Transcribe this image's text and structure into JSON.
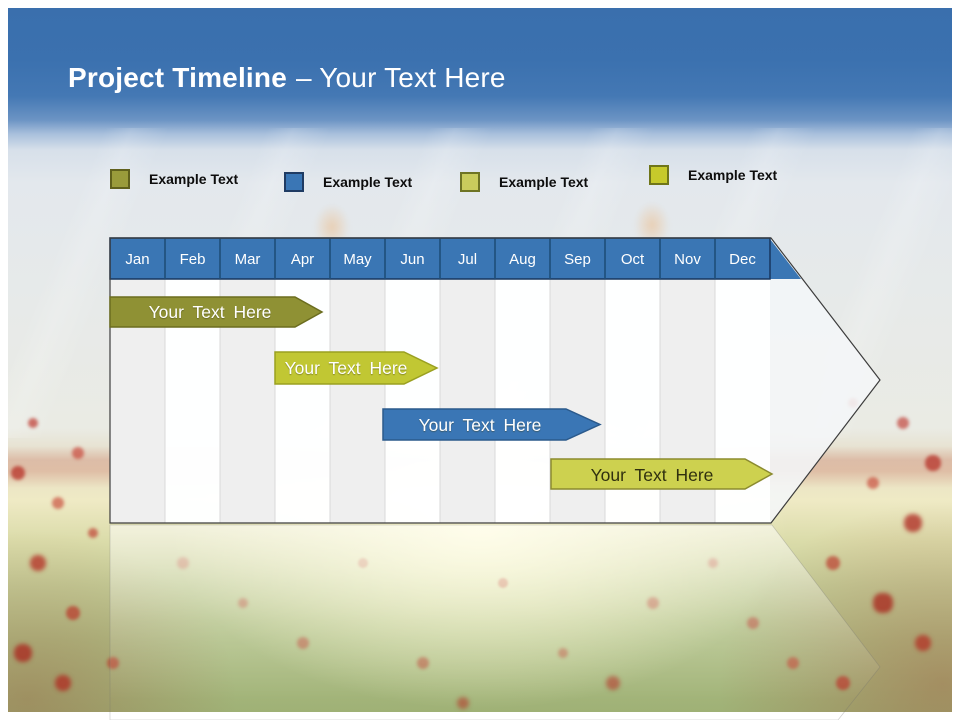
{
  "title": {
    "bold": "Project Timeline",
    "rest": "– Your Text Here"
  },
  "legend": {
    "position": "top",
    "items": [
      {
        "label": "Example Text",
        "color": "#9A9B3B",
        "border": "#60601C"
      },
      {
        "label": "Example Text",
        "color": "#3A76B5",
        "border": "#1F3B63"
      },
      {
        "label": "Example Text",
        "color": "#C9CC5C",
        "border": "#6E7424"
      },
      {
        "label": "Example Text",
        "color": "#C6C92B",
        "border": "#6F7519"
      }
    ]
  },
  "chart_data": {
    "type": "timeline",
    "title": "Project Timeline",
    "months": [
      "Jan",
      "Feb",
      "Mar",
      "Apr",
      "May",
      "Jun",
      "Jul",
      "Aug",
      "Sep",
      "Oct",
      "Nov",
      "Dec"
    ],
    "header_color": "#3A76B4",
    "header_border": "#17375E",
    "container_shape": "right-arrow",
    "bars": [
      {
        "label": "Your Text Here",
        "start": "Jan",
        "end": "Apr",
        "row": 1,
        "color": "#8F9134",
        "border": "#6B6D1F",
        "text_color": "#FFFFFF"
      },
      {
        "label": "Your Text Here",
        "start": "Apr",
        "end": "Jun",
        "row": 2,
        "color": "#C1C733",
        "border": "#9AA020",
        "text_color": "#FFFFFF"
      },
      {
        "label": "Your Text Here",
        "start": "Jun",
        "end": "Sep",
        "row": 3,
        "color": "#3A76B5",
        "border": "#2B5A8C",
        "text_color": "#FFFFFF"
      },
      {
        "label": "Your Text Here",
        "start": "Sep",
        "end": "Dec",
        "row": 4,
        "color": "#CDD14F",
        "border": "#8B8B2F",
        "text_color": "#30300F"
      }
    ]
  }
}
